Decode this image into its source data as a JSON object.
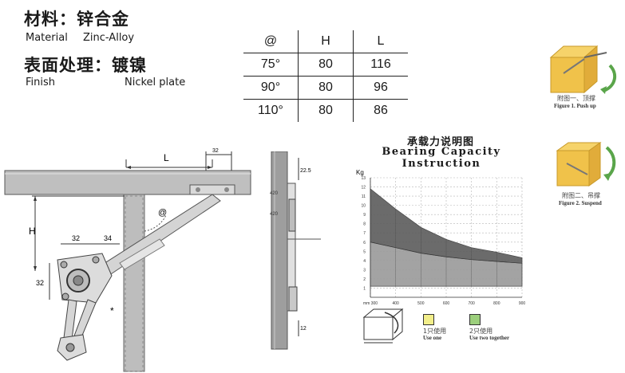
{
  "material": {
    "label_cn": "材料：锌合金",
    "label_en": "Material",
    "value_en": "Zinc-Alloy"
  },
  "finish": {
    "label_cn": "表面处理：镀镍",
    "label_en": "Finish",
    "value_en": "Nickel plate"
  },
  "spec_table": {
    "headers": [
      "@",
      "H",
      "L"
    ],
    "rows": [
      [
        "75°",
        "80",
        "116"
      ],
      [
        "90°",
        "80",
        "96"
      ],
      [
        "110°",
        "80",
        "86"
      ]
    ]
  },
  "figures": {
    "fig1": {
      "caption_cn": "附图一、顶撑",
      "caption_en": "Figure 1. Push up"
    },
    "fig2": {
      "caption_cn": "附图二、吊撑",
      "caption_en": "Figure 2. Suspend"
    }
  },
  "drawing": {
    "dim_L": "L",
    "dim_H": "H",
    "dim_32a": "32",
    "dim_34": "34",
    "dim_32b": "32",
    "dim_32c": "32",
    "angle": "@",
    "star": "*",
    "side_22_5": "22.5",
    "side_12": "12",
    "side_42_a": "420",
    "side_42_b": "420"
  },
  "chart_data": {
    "type": "area",
    "title": "承载力说明图",
    "subtitle": "Bearing Capacity Instruction",
    "ylabel": "Kg",
    "x_ticks": [
      "mm 300",
      "400",
      "500",
      "600",
      "700",
      "800",
      "900"
    ],
    "y_ticks": [
      "1",
      "2",
      "3",
      "4",
      "5",
      "6",
      "7",
      "8",
      "9",
      "10",
      "11",
      "12",
      "13"
    ],
    "xlim": [
      300,
      900
    ],
    "ylim": [
      0,
      13
    ],
    "series": [
      {
        "name": "1只使用",
        "color": "#f2ee8a",
        "x": [
          300,
          400,
          500,
          600,
          700,
          800,
          900
        ],
        "upper": [
          6.0,
          5.4,
          4.8,
          4.4,
          4.1,
          3.9,
          3.7
        ],
        "lower": [
          1.2,
          1.2,
          1.2,
          1.2,
          1.2,
          1.2,
          1.2
        ]
      },
      {
        "name": "2只使用",
        "color": "#9ccf7c",
        "x": [
          300,
          400,
          500,
          600,
          700,
          800,
          900
        ],
        "upper": [
          11.8,
          9.6,
          7.6,
          6.3,
          5.4,
          4.9,
          4.3
        ],
        "lower": [
          6.0,
          5.4,
          4.8,
          4.4,
          4.1,
          3.9,
          3.7
        ]
      }
    ],
    "legend": [
      {
        "cn": "1只使用",
        "en": "Use one",
        "color": "#f2ee8a"
      },
      {
        "cn": "2只使用",
        "en": "Use two together",
        "color": "#9ccf7c"
      }
    ]
  }
}
